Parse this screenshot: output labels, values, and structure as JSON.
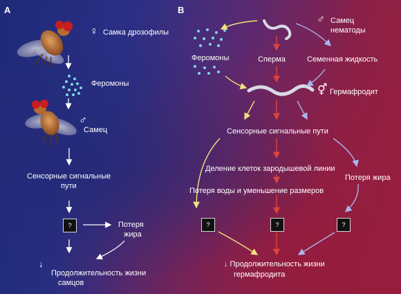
{
  "panel_a": {
    "label": "A",
    "female_fly": "Самка дрозофилы",
    "pheromones": "Феромоны",
    "male": "Самец",
    "sensory_line1": "Сенсорные сигнальные",
    "sensory_line2": "пути",
    "unknown": "?",
    "fat_loss_line1": "Потеря",
    "fat_loss_line2": "жира",
    "down_arrow": "↓",
    "lifespan_line1": "Продолжительность жизни",
    "lifespan_line2": "самцов"
  },
  "panel_b": {
    "label": "B",
    "male_nematode_line1": "Самец",
    "male_nematode_line2": "нематоды",
    "pheromones": "Феромоны",
    "sperm": "Сперма",
    "seminal_fluid": "Семенная жидкость",
    "hermaphrodite": "Гермафродит",
    "sensory": "Сенсорные сигнальные пути",
    "germline": "Деление клеток зародышевой линии",
    "fat_loss": "Потеря жира",
    "water_loss": "Потеря воды и уменьшение размеров",
    "unknown": "?",
    "lifespan_line1": "↓ Продолжительность жизни",
    "lifespan_line2": "гермафродита"
  },
  "symbols": {
    "female": "♀",
    "male": "♂",
    "hermaphrodite": "⚥"
  },
  "colors": {
    "yellow_arrow": "#f2e27a",
    "red_arrow": "#e0443a",
    "blue_arrow": "#a9b6ec",
    "white_arrow": "#ffffff",
    "pheromone_dot": "#7fd6e6"
  }
}
